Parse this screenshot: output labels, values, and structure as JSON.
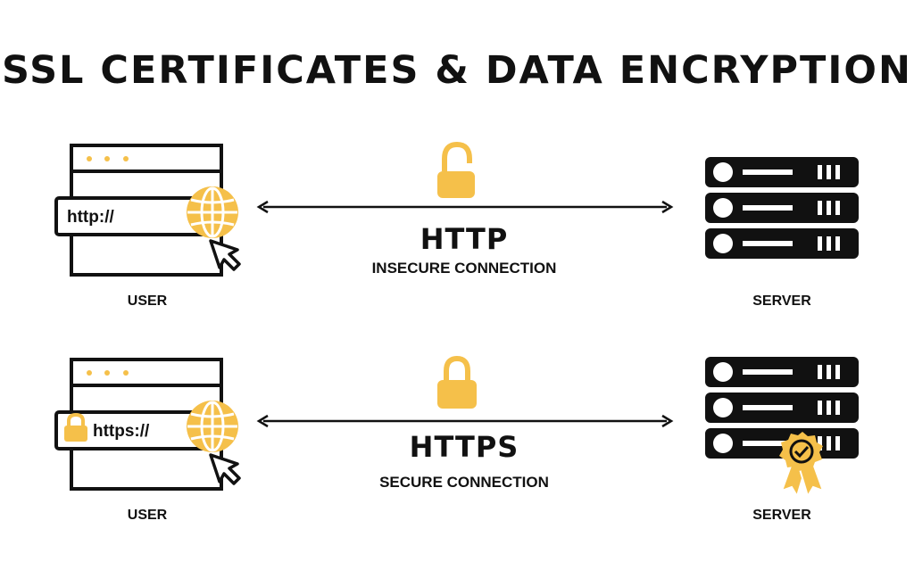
{
  "title": "SSL CERTIFICATES & DATA ENCRYPTION",
  "colors": {
    "accent": "#f5c04a",
    "ink": "#111111",
    "background": "#ffffff"
  },
  "rows": [
    {
      "user_label": "USER",
      "url_text": "http://",
      "protocol": "HTTP",
      "connection": "INSECURE CONNECTION",
      "server_label": "SERVER",
      "lock_state": "unlocked",
      "icons": [
        "browser-window-icon",
        "globe-icon",
        "cursor-icon",
        "open-padlock-icon",
        "double-arrow-icon",
        "server-rack-icon"
      ]
    },
    {
      "user_label": "USER",
      "url_text": "https://",
      "protocol": "HTTPS",
      "connection": "SECURE CONNECTION",
      "server_label": "SERVER",
      "lock_state": "locked",
      "icons": [
        "browser-window-icon",
        "padlock-icon",
        "globe-icon",
        "cursor-icon",
        "closed-padlock-icon",
        "double-arrow-icon",
        "server-rack-icon",
        "certificate-badge-icon"
      ]
    }
  ]
}
